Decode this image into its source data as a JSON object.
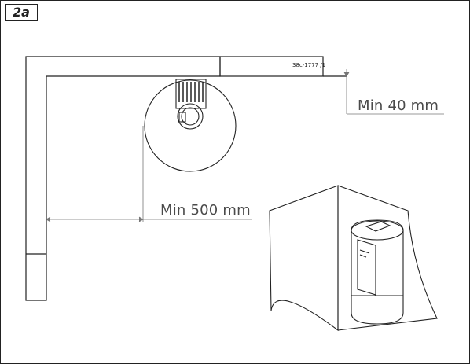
{
  "figure": {
    "label": "2a"
  },
  "drawing": {
    "ref_code": "38c-1777 /1"
  },
  "dimensions": {
    "rear_clearance": "Min 40 mm",
    "side_clearance": "Min 500 mm"
  },
  "colors": {
    "line": "#222222",
    "dim_line": "#777777",
    "dim_text": "#4a4a4a"
  }
}
